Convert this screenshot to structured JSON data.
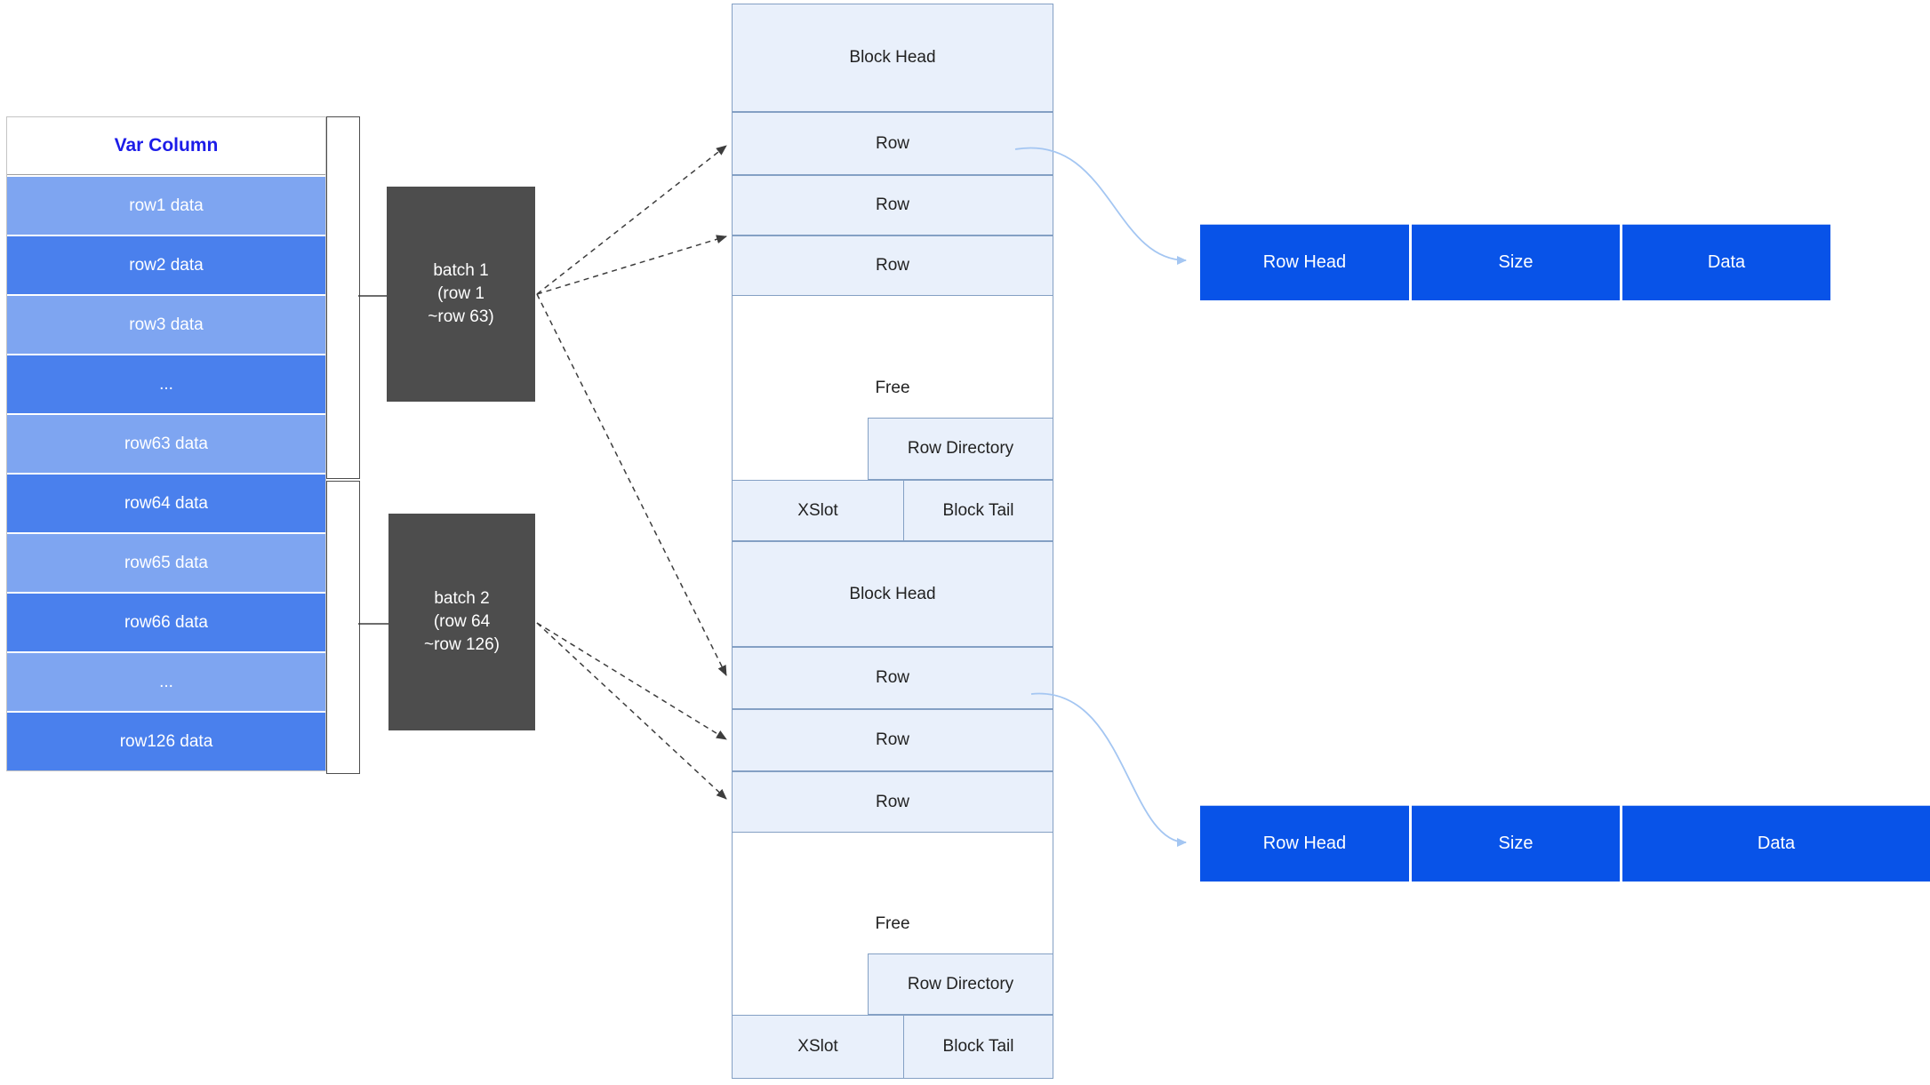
{
  "table": {
    "header": "Var Column",
    "rows": [
      {
        "label": "row1 data"
      },
      {
        "label": "row2 data"
      },
      {
        "label": "row3 data"
      },
      {
        "label": "..."
      },
      {
        "label": "row63 data"
      },
      {
        "label": "row64 data"
      },
      {
        "label": "row65 data"
      },
      {
        "label": "row66 data"
      },
      {
        "label": "..."
      },
      {
        "label": "row126 data"
      }
    ]
  },
  "batches": [
    {
      "lines": [
        "batch 1",
        "(row 1",
        "~row 63)"
      ]
    },
    {
      "lines": [
        "batch 2",
        "(row 64",
        "~row 126)"
      ]
    }
  ],
  "blocks": [
    {
      "head": "Block Head",
      "rows": [
        "Row",
        "Row",
        "Row"
      ],
      "free": "Free",
      "row_directory": "Row Directory",
      "xslot": "XSlot",
      "tail": "Block Tail"
    },
    {
      "head": "Block Head",
      "rows": [
        "Row",
        "Row",
        "Row"
      ],
      "free": "Free",
      "row_directory": "Row Directory",
      "xslot": "XSlot",
      "tail": "Block Tail"
    }
  ],
  "strips": [
    {
      "cells": [
        "Row Head",
        "Size",
        "Data"
      ]
    },
    {
      "cells": [
        "Row Head",
        "Size",
        "Data"
      ]
    }
  ],
  "colors": {
    "row_light": "#7ea5f1",
    "row_dark": "#4a80ed",
    "header_text": "#1c1ce8",
    "block_fill": "#e9f0fb",
    "block_border": "#84a0c4",
    "strip_blue": "#0853e8",
    "batch_gray": "#4d4d4d",
    "arrow_dark": "#3d3d3d",
    "arrow_blue": "#a4c6f2"
  }
}
